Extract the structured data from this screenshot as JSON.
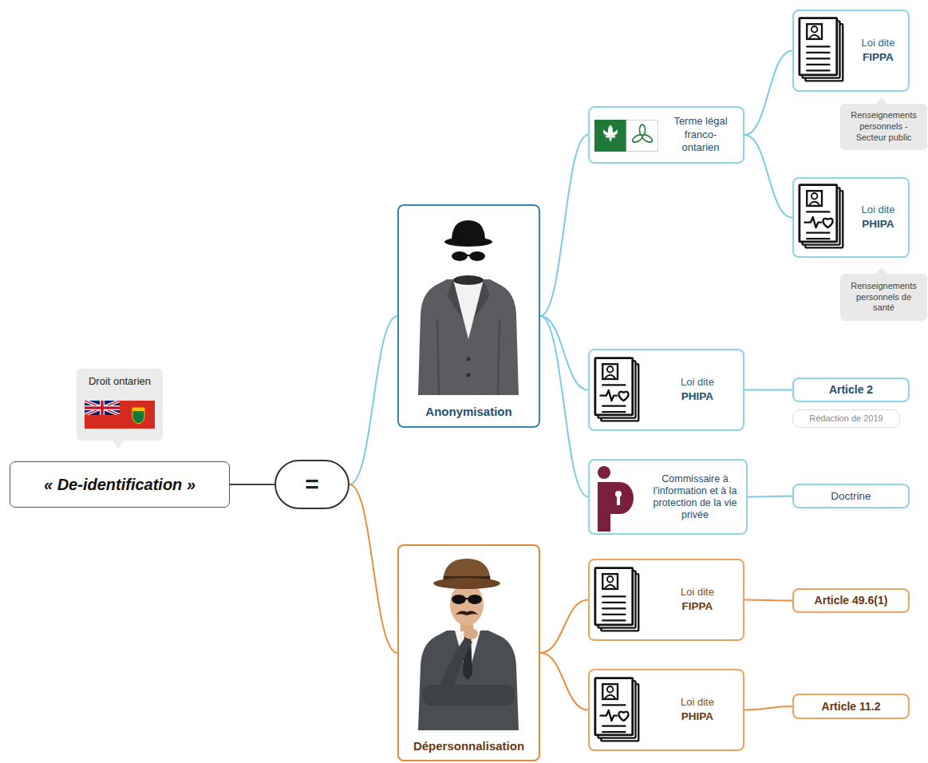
{
  "diagram": {
    "nodes": [
      {
        "text": [
          "Droit ontarien"
        ]
      },
      {
        "text": [
          "« De-identification »"
        ]
      },
      {
        "text": [
          "="
        ]
      },
      {
        "text": [
          "Anonymisation"
        ]
      },
      {
        "text": [
          "Terme légal franco-ontarien"
        ]
      },
      {
        "text": [
          "Loi dite",
          "FIPPA"
        ]
      },
      {
        "text": [
          "Renseignements personnels - Secteur public"
        ]
      },
      {
        "text": [
          "Loi dite",
          "PHIPA"
        ]
      },
      {
        "text": [
          "Renseignements personnels de santé"
        ]
      },
      {
        "text": [
          "Loi dite",
          "PHIPA"
        ]
      },
      {
        "text": [
          "Article 2"
        ]
      },
      {
        "text": [
          "Rédaction de 2019"
        ]
      },
      {
        "text": [
          "Commissaire à l’information et à la protection de la vie privée"
        ]
      },
      {
        "text": [
          "Doctrine"
        ]
      },
      {
        "text": [
          "Dépersonnalisation"
        ]
      },
      {
        "text": [
          "Loi dite",
          "FIPPA"
        ]
      },
      {
        "text": [
          "Article 49.6(1)"
        ]
      },
      {
        "text": [
          "Loi dite",
          "PHIPA"
        ]
      },
      {
        "text": [
          "Article 11.2"
        ]
      }
    ],
    "edges": [
      {
        "from": 1,
        "to": 2,
        "arrow": "none"
      },
      {
        "from": 2,
        "to": 3,
        "arrow": "none"
      },
      {
        "from": 2,
        "to": 14,
        "arrow": "none"
      },
      {
        "from": 3,
        "to": 4,
        "arrow": "none"
      },
      {
        "from": 3,
        "to": 9,
        "arrow": "none"
      },
      {
        "from": 3,
        "to": 12,
        "arrow": "none"
      },
      {
        "from": 4,
        "to": 5,
        "arrow": "none"
      },
      {
        "from": 4,
        "to": 7,
        "arrow": "none"
      },
      {
        "from": 9,
        "to": 10,
        "arrow": "none"
      },
      {
        "from": 12,
        "to": 13,
        "arrow": "none"
      },
      {
        "from": 14,
        "to": 15,
        "arrow": "none"
      },
      {
        "from": 14,
        "to": 17,
        "arrow": "none"
      },
      {
        "from": 15,
        "to": 16,
        "arrow": "none"
      },
      {
        "from": 17,
        "to": 18,
        "arrow": "none"
      }
    ]
  }
}
